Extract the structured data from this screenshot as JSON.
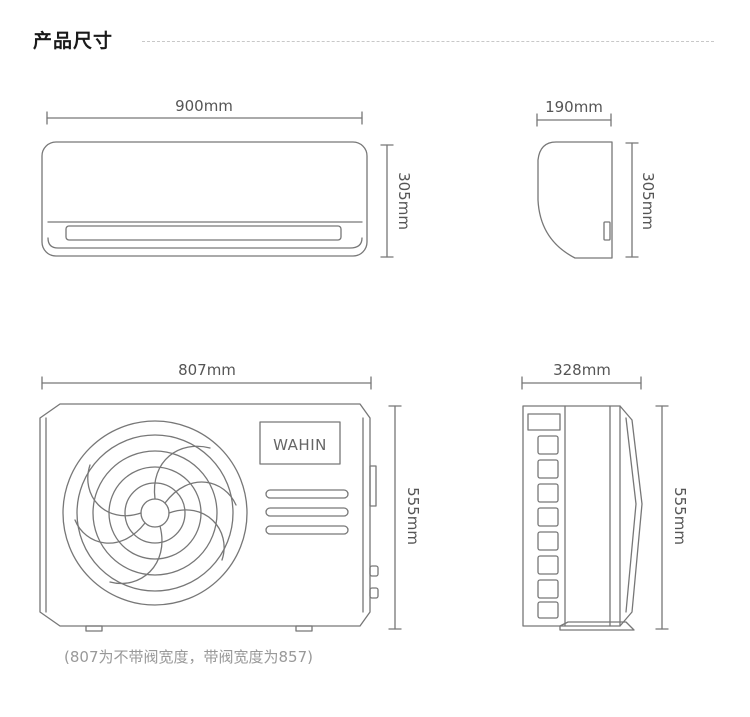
{
  "header": {
    "title": "产品尺寸"
  },
  "indoor_unit": {
    "front_width_label": "900mm",
    "front_height_label": "305mm",
    "side_depth_label": "190mm",
    "side_height_label": "305mm"
  },
  "outdoor_unit": {
    "front_width_label": "807mm",
    "front_height_label": "555mm",
    "side_depth_label": "328mm",
    "side_height_label": "555mm",
    "brand_logo": "WAHIN"
  },
  "note": "(807为不带阀宽度，带阀宽度为857)",
  "colors": {
    "line": "#777777",
    "text": "#555555",
    "note": "#999999",
    "title": "#1a1a1a"
  }
}
